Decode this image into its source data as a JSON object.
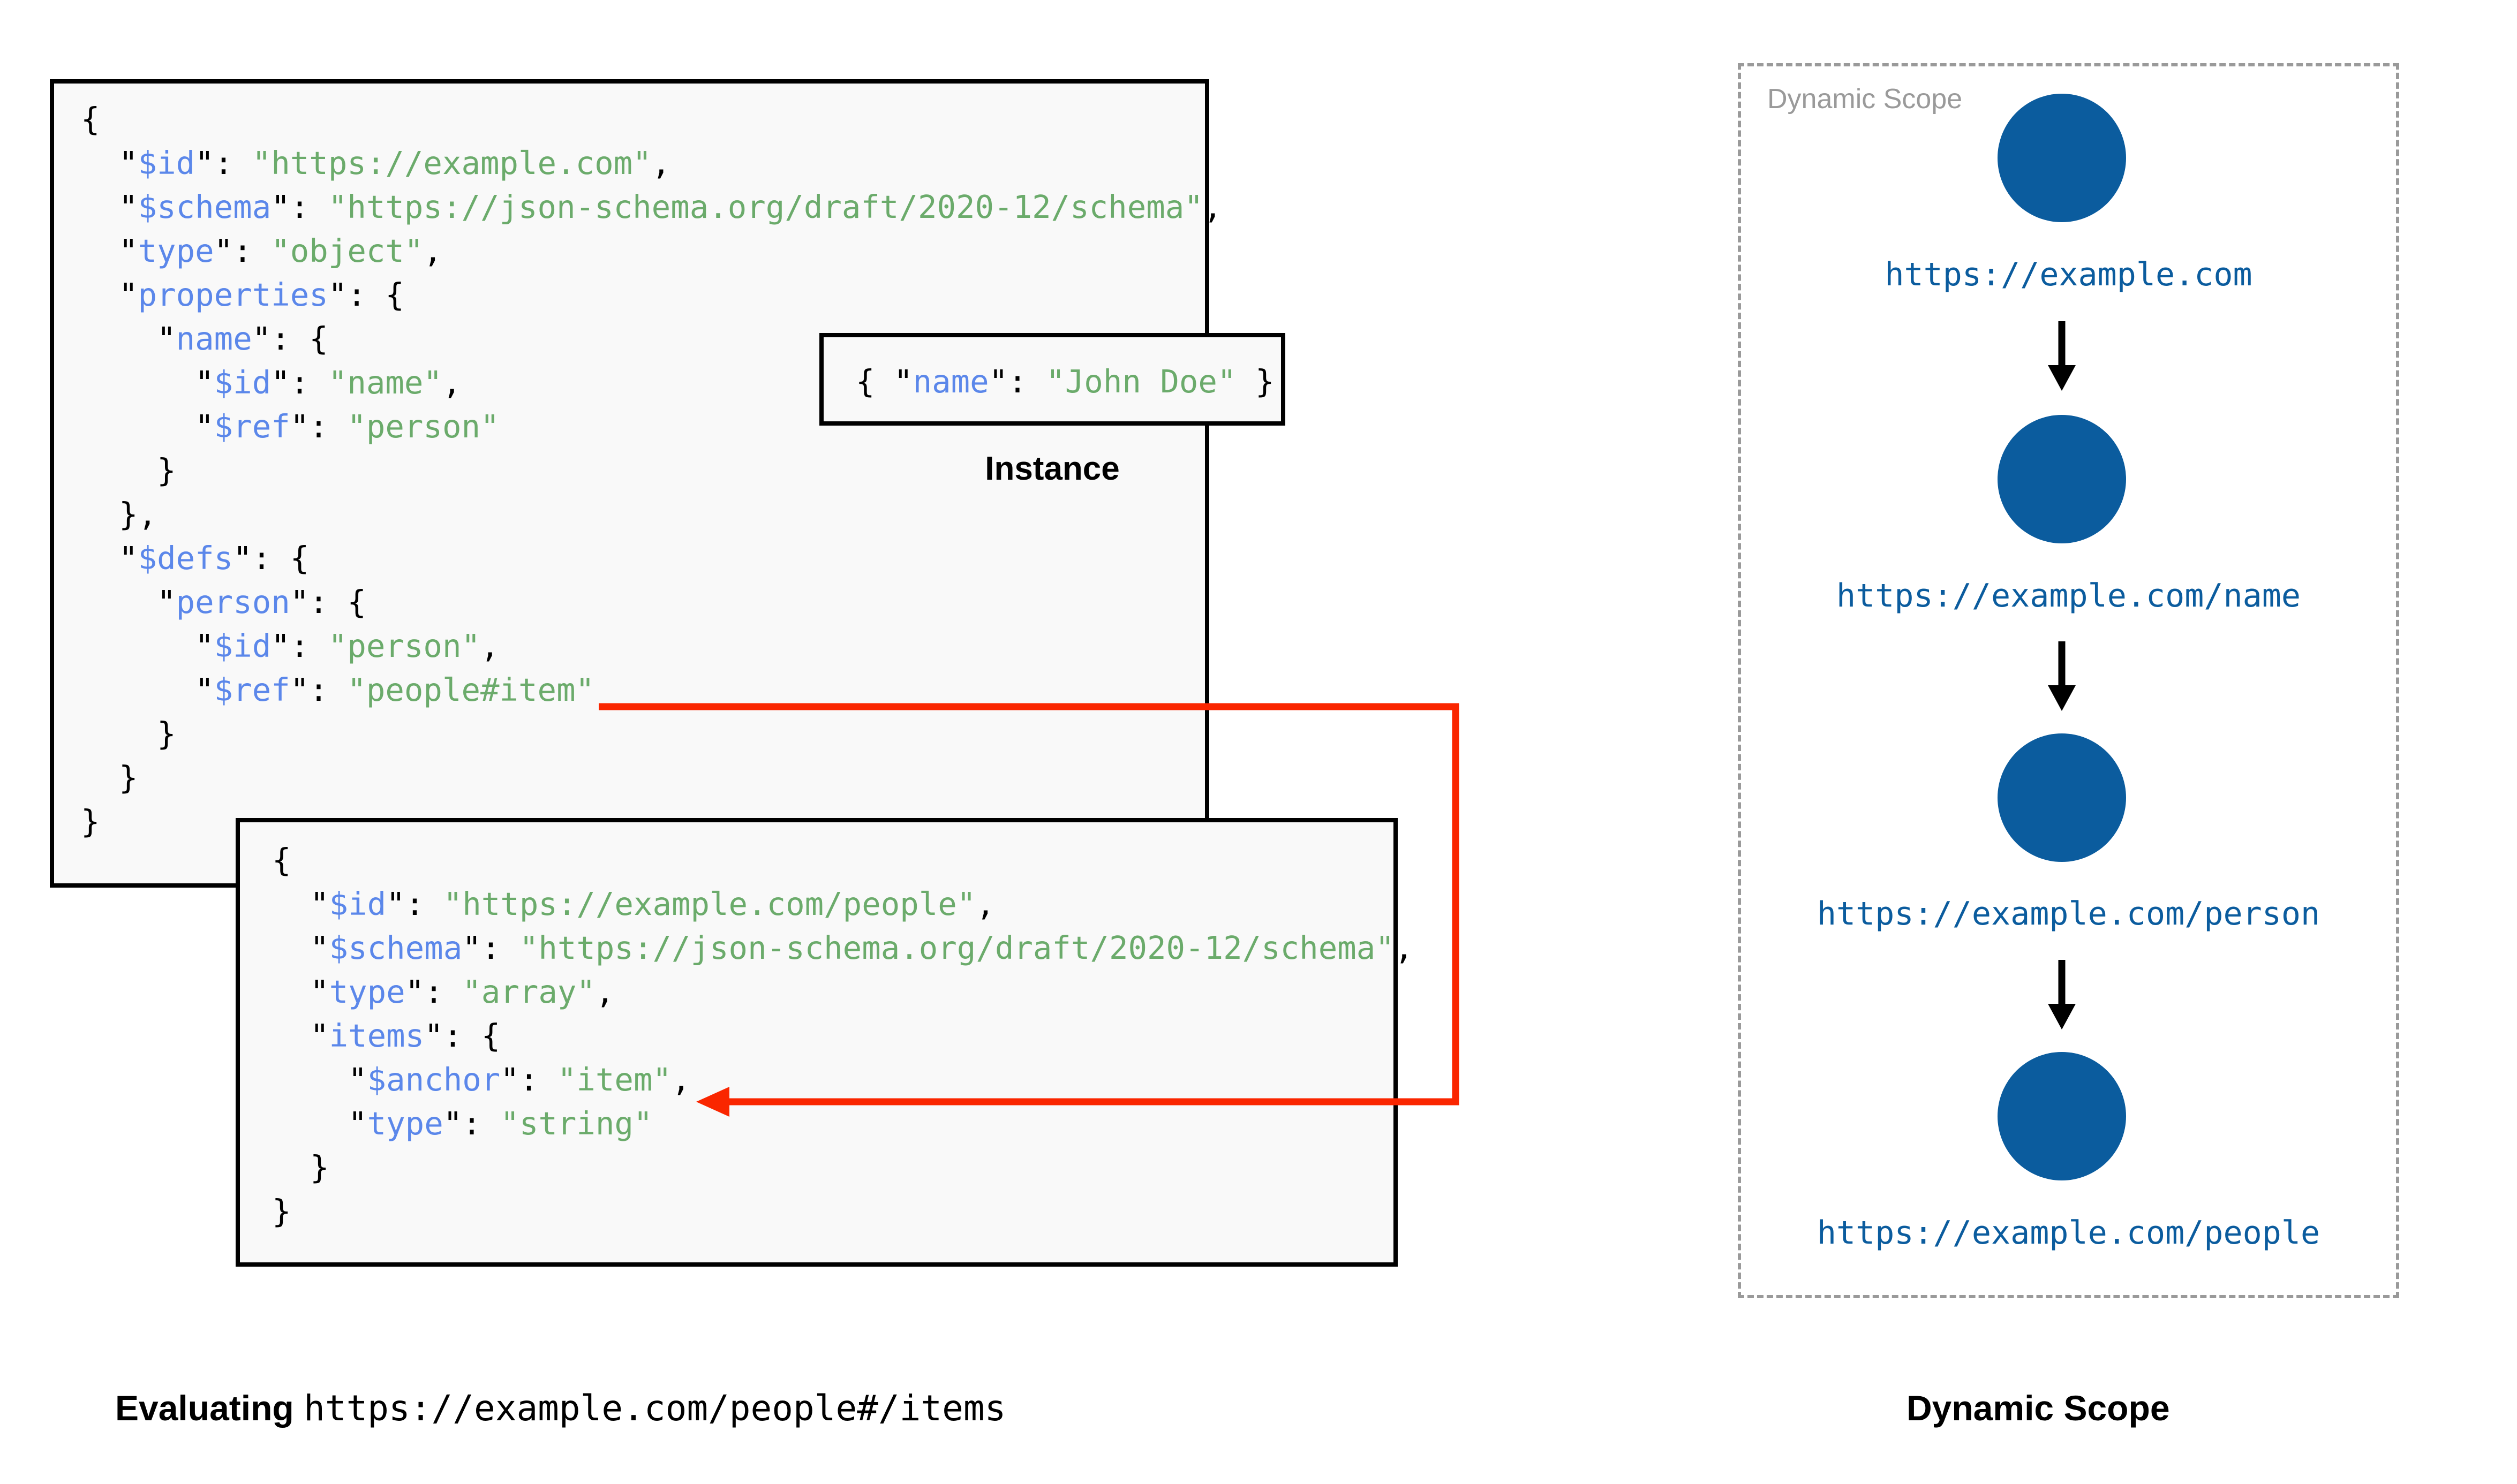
{
  "diagram": {
    "title_left": "Evaluating https://example.com/people#/items",
    "title_right": "Dynamic Scope"
  },
  "schema_root": {
    "box_name": "root-schema",
    "lines": [
      {
        "indent": 0,
        "tokens": [
          {
            "t": "{",
            "c": "p"
          }
        ]
      },
      {
        "indent": 1,
        "tokens": [
          {
            "t": "\"",
            "c": "p"
          },
          {
            "t": "$id",
            "c": "k"
          },
          {
            "t": "\"",
            "c": "p"
          },
          {
            "t": ": ",
            "c": "p"
          },
          {
            "t": "\"https://example.com\"",
            "c": "v"
          },
          {
            "t": ",",
            "c": "p"
          }
        ]
      },
      {
        "indent": 1,
        "tokens": [
          {
            "t": "\"",
            "c": "p"
          },
          {
            "t": "$schema",
            "c": "k"
          },
          {
            "t": "\"",
            "c": "p"
          },
          {
            "t": ": ",
            "c": "p"
          },
          {
            "t": "\"https://json-schema.org/draft/2020-12/schema\"",
            "c": "v"
          },
          {
            "t": ",",
            "c": "p"
          }
        ]
      },
      {
        "indent": 1,
        "tokens": [
          {
            "t": "\"",
            "c": "p"
          },
          {
            "t": "type",
            "c": "k"
          },
          {
            "t": "\"",
            "c": "p"
          },
          {
            "t": ": ",
            "c": "p"
          },
          {
            "t": "\"object\"",
            "c": "v"
          },
          {
            "t": ",",
            "c": "p"
          }
        ]
      },
      {
        "indent": 1,
        "tokens": [
          {
            "t": "\"",
            "c": "p"
          },
          {
            "t": "properties",
            "c": "k"
          },
          {
            "t": "\"",
            "c": "p"
          },
          {
            "t": ": {",
            "c": "p"
          }
        ]
      },
      {
        "indent": 2,
        "tokens": [
          {
            "t": "\"",
            "c": "p"
          },
          {
            "t": "name",
            "c": "k"
          },
          {
            "t": "\"",
            "c": "p"
          },
          {
            "t": ": {",
            "c": "p"
          }
        ]
      },
      {
        "indent": 3,
        "tokens": [
          {
            "t": "\"",
            "c": "p"
          },
          {
            "t": "$id",
            "c": "k"
          },
          {
            "t": "\"",
            "c": "p"
          },
          {
            "t": ": ",
            "c": "p"
          },
          {
            "t": "\"name\"",
            "c": "v"
          },
          {
            "t": ",",
            "c": "p"
          }
        ]
      },
      {
        "indent": 3,
        "tokens": [
          {
            "t": "\"",
            "c": "p"
          },
          {
            "t": "$ref",
            "c": "k"
          },
          {
            "t": "\"",
            "c": "p"
          },
          {
            "t": ": ",
            "c": "p"
          },
          {
            "t": "\"person\"",
            "c": "v"
          }
        ]
      },
      {
        "indent": 2,
        "tokens": [
          {
            "t": "}",
            "c": "p"
          }
        ]
      },
      {
        "indent": 1,
        "tokens": [
          {
            "t": "},",
            "c": "p"
          }
        ]
      },
      {
        "indent": 1,
        "tokens": [
          {
            "t": "\"",
            "c": "p"
          },
          {
            "t": "$defs",
            "c": "k"
          },
          {
            "t": "\"",
            "c": "p"
          },
          {
            "t": ": {",
            "c": "p"
          }
        ]
      },
      {
        "indent": 2,
        "tokens": [
          {
            "t": "\"",
            "c": "p"
          },
          {
            "t": "person",
            "c": "k"
          },
          {
            "t": "\"",
            "c": "p"
          },
          {
            "t": ": {",
            "c": "p"
          }
        ]
      },
      {
        "indent": 3,
        "tokens": [
          {
            "t": "\"",
            "c": "p"
          },
          {
            "t": "$id",
            "c": "k"
          },
          {
            "t": "\"",
            "c": "p"
          },
          {
            "t": ": ",
            "c": "p"
          },
          {
            "t": "\"person\"",
            "c": "v"
          },
          {
            "t": ",",
            "c": "p"
          }
        ]
      },
      {
        "indent": 3,
        "tokens": [
          {
            "t": "\"",
            "c": "p"
          },
          {
            "t": "$ref",
            "c": "k"
          },
          {
            "t": "\"",
            "c": "p"
          },
          {
            "t": ": ",
            "c": "p"
          },
          {
            "t": "\"people#item\"",
            "c": "v"
          }
        ]
      },
      {
        "indent": 2,
        "tokens": [
          {
            "t": "}",
            "c": "p"
          }
        ]
      },
      {
        "indent": 1,
        "tokens": [
          {
            "t": "}",
            "c": "p"
          }
        ]
      },
      {
        "indent": 0,
        "tokens": [
          {
            "t": "}",
            "c": "p"
          }
        ]
      }
    ]
  },
  "instance": {
    "caption": "Instance",
    "lines": [
      {
        "indent": 0,
        "tokens": [
          {
            "t": "{ ",
            "c": "p"
          },
          {
            "t": "\"",
            "c": "p"
          },
          {
            "t": "name",
            "c": "k"
          },
          {
            "t": "\"",
            "c": "p"
          },
          {
            "t": ": ",
            "c": "p"
          },
          {
            "t": "\"John Doe\"",
            "c": "v"
          },
          {
            "t": " }",
            "c": "p"
          }
        ]
      }
    ]
  },
  "schema_people": {
    "box_name": "people-schema",
    "lines": [
      {
        "indent": 0,
        "tokens": [
          {
            "t": "{",
            "c": "p"
          }
        ]
      },
      {
        "indent": 1,
        "tokens": [
          {
            "t": "\"",
            "c": "p"
          },
          {
            "t": "$id",
            "c": "k"
          },
          {
            "t": "\"",
            "c": "p"
          },
          {
            "t": ": ",
            "c": "p"
          },
          {
            "t": "\"https://example.com/people\"",
            "c": "v"
          },
          {
            "t": ",",
            "c": "p"
          }
        ]
      },
      {
        "indent": 1,
        "tokens": [
          {
            "t": "\"",
            "c": "p"
          },
          {
            "t": "$schema",
            "c": "k"
          },
          {
            "t": "\"",
            "c": "p"
          },
          {
            "t": ": ",
            "c": "p"
          },
          {
            "t": "\"https://json-schema.org/draft/2020-12/schema\"",
            "c": "v"
          },
          {
            "t": ",",
            "c": "p"
          }
        ]
      },
      {
        "indent": 1,
        "tokens": [
          {
            "t": "\"",
            "c": "p"
          },
          {
            "t": "type",
            "c": "k"
          },
          {
            "t": "\"",
            "c": "p"
          },
          {
            "t": ": ",
            "c": "p"
          },
          {
            "t": "\"array\"",
            "c": "v"
          },
          {
            "t": ",",
            "c": "p"
          }
        ]
      },
      {
        "indent": 1,
        "tokens": [
          {
            "t": "\"",
            "c": "p"
          },
          {
            "t": "items",
            "c": "k"
          },
          {
            "t": "\"",
            "c": "p"
          },
          {
            "t": ": {",
            "c": "p"
          }
        ]
      },
      {
        "indent": 2,
        "tokens": [
          {
            "t": "\"",
            "c": "p"
          },
          {
            "t": "$anchor",
            "c": "k"
          },
          {
            "t": "\"",
            "c": "p"
          },
          {
            "t": ": ",
            "c": "p"
          },
          {
            "t": "\"item\"",
            "c": "v"
          },
          {
            "t": ",",
            "c": "p"
          }
        ]
      },
      {
        "indent": 2,
        "tokens": [
          {
            "t": "\"",
            "c": "p"
          },
          {
            "t": "type",
            "c": "k"
          },
          {
            "t": "\"",
            "c": "p"
          },
          {
            "t": ": ",
            "c": "p"
          },
          {
            "t": "\"string\"",
            "c": "v"
          }
        ]
      },
      {
        "indent": 1,
        "tokens": [
          {
            "t": "}",
            "c": "p"
          }
        ]
      },
      {
        "indent": 0,
        "tokens": [
          {
            "t": "}",
            "c": "p"
          }
        ]
      }
    ]
  },
  "dynamic_scope": {
    "legend": "Dynamic Scope",
    "nodes": [
      {
        "label": "https://example.com"
      },
      {
        "label": "https://example.com/name"
      },
      {
        "label": "https://example.com/person"
      },
      {
        "label": "https://example.com/people"
      }
    ]
  },
  "captions": {
    "left_bold": "Evaluating",
    "left_uri": "https://example.com/people#/items",
    "right": "Dynamic Scope"
  },
  "colors": {
    "node_blue": "#0b5c9e",
    "json_key": "#5b87ea",
    "json_value": "#6bab6b",
    "reference_arrow": "#fa2600",
    "box_border": "#000000",
    "box_background": "#f9f9f9",
    "scope_border": "#9a9a9a"
  }
}
